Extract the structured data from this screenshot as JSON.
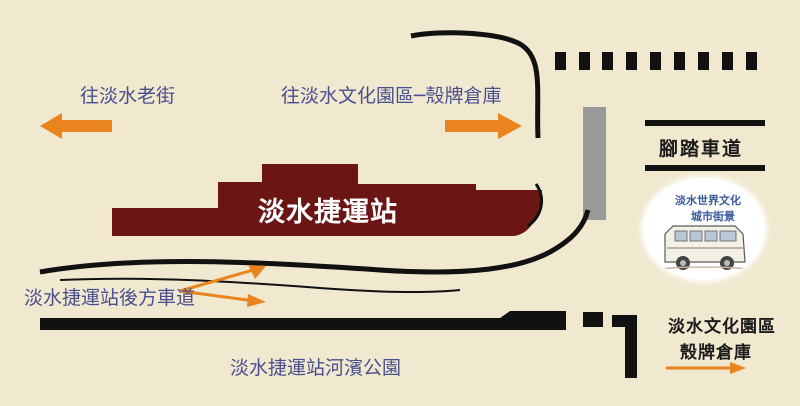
{
  "labels": {
    "old_street": "往淡水老街",
    "culture_park_warehouse": "往淡水文化園區─殼牌倉庫",
    "mrt_station": "淡水捷運站",
    "bike_lane": "腳踏車道",
    "rear_road": "淡水捷運站後方車道",
    "riverside_park": "淡水捷運站河濱公園",
    "culture_park_line1": "淡水文化園區",
    "culture_park_line2": "殼牌倉庫"
  },
  "badge": {
    "line1": "淡水世界文化",
    "line2": "城市街景"
  },
  "colors": {
    "background": "#f1e8d0",
    "station": "#6b1515",
    "arrow": "#e9841f",
    "road": "#111111",
    "pillar": "#9a9a9a",
    "label_blue": "#4a4f8f"
  },
  "icons": [
    "left-arrow-icon",
    "right-arrow-icon",
    "bus-icon"
  ]
}
